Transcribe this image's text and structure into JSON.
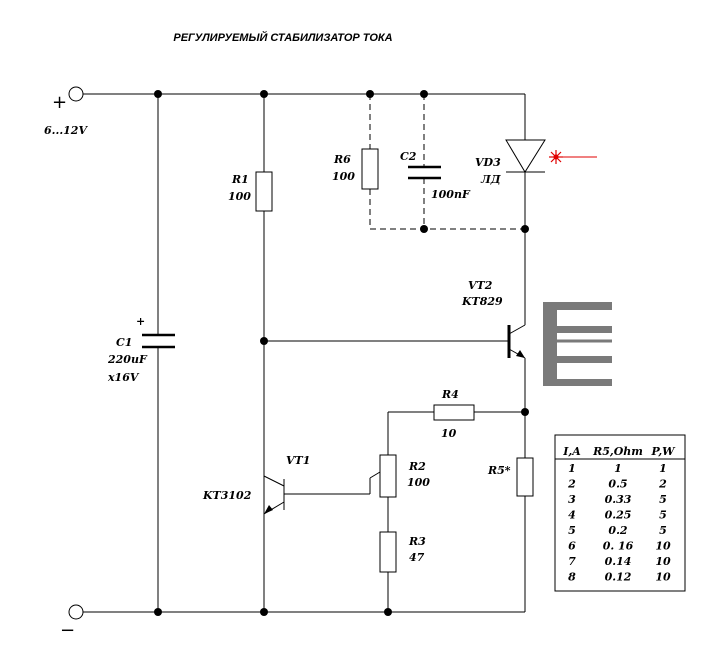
{
  "title": "РЕГУЛИРУЕМЫЙ СТАБИЛИЗАТОР ТОКА",
  "terminals": {
    "plus_sign": "+",
    "supply_label": "6...12V",
    "minus_sign": "−"
  },
  "components": {
    "C1": {
      "ref": "C1",
      "value": "220uF",
      "rating": "x16V",
      "polarity": "+"
    },
    "R1": {
      "ref": "R1",
      "value": "100"
    },
    "R6": {
      "ref": "R6",
      "value": "100"
    },
    "C2": {
      "ref": "C2",
      "value": "100nF"
    },
    "VD3": {
      "ref": "VD3",
      "value": "ЛД"
    },
    "VT2": {
      "ref": "VT2",
      "value": "KT829"
    },
    "R4": {
      "ref": "R4",
      "value": "10"
    },
    "VT1": {
      "ref": "VT1",
      "value": "KT3102"
    },
    "R2": {
      "ref": "R2",
      "value": "100"
    },
    "R3": {
      "ref": "R3",
      "value": "47"
    },
    "R5": {
      "ref": "R5*"
    }
  },
  "table": {
    "headers": [
      "I,A",
      "R5,Ohm",
      "P,W"
    ],
    "rows": [
      [
        "1",
        "1",
        "1"
      ],
      [
        "2",
        "0.5",
        "2"
      ],
      [
        "3",
        "0.33",
        "5"
      ],
      [
        "4",
        "0.25",
        "5"
      ],
      [
        "5",
        "0.2",
        "5"
      ],
      [
        "6",
        "0. 16",
        "10"
      ],
      [
        "7",
        "0.14",
        "10"
      ],
      [
        "8",
        "0.12",
        "10"
      ]
    ]
  },
  "colors": {
    "wire": "#000000",
    "laser": "#e00000",
    "heatsink": "#7a7a7a"
  }
}
